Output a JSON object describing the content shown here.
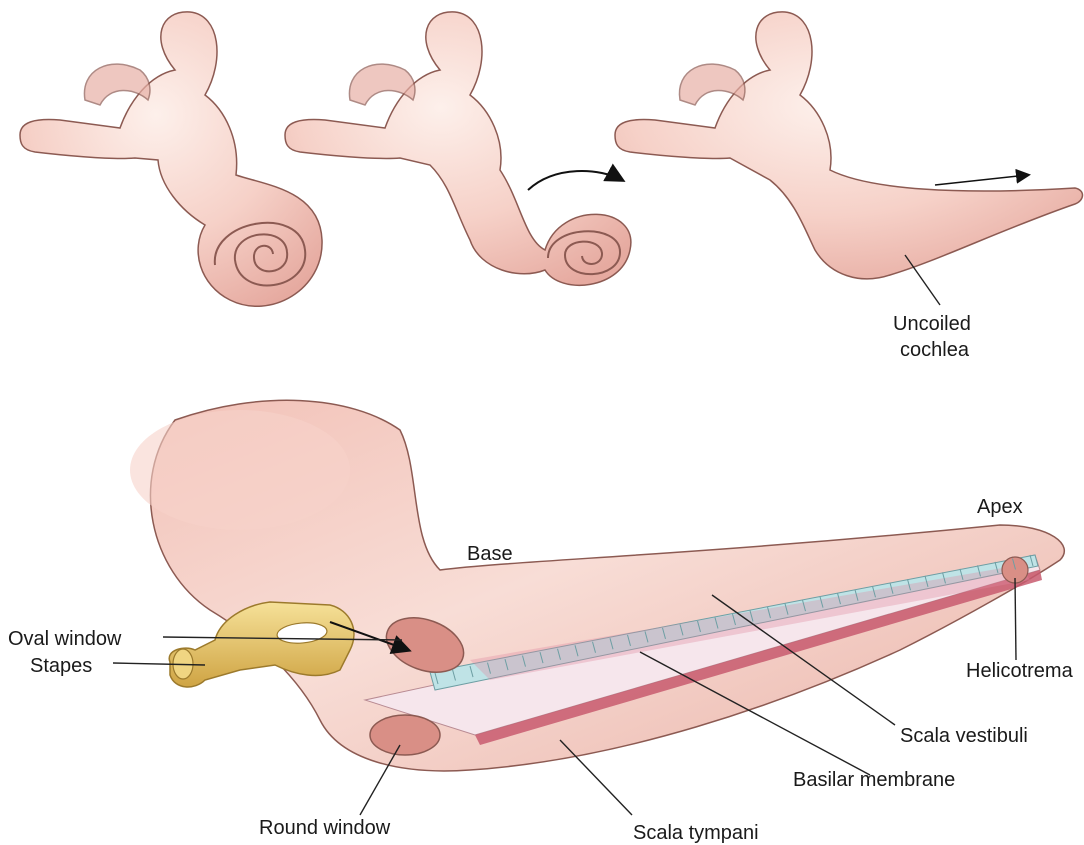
{
  "labels": {
    "uncoiled_line1": "Uncoiled",
    "uncoiled_line2": "cochlea",
    "apex": "Apex",
    "base": "Base",
    "oval_window": "Oval window",
    "stapes": "Stapes",
    "helicotrema": "Helicotrema",
    "scala_vestibuli": "Scala vestibuli",
    "basilar_membrane": "Basilar membrane",
    "round_window": "Round window",
    "scala_tympani": "Scala tympani"
  },
  "colors": {
    "tissue_light": "#fbe3dc",
    "tissue_mid": "#f3c5bb",
    "tissue_dark": "#d98f86",
    "membrane_blue": "#bfe3e6",
    "membrane_red": "#c85a6e",
    "stapes_gold": "#e8c66a",
    "outline": "#8c5a52"
  },
  "icons": {
    "rotation_arrow": "curved-arrow-icon",
    "extension_arrow": "right-arrow-icon",
    "vibration_arrow": "diagonal-arrow-icon"
  }
}
